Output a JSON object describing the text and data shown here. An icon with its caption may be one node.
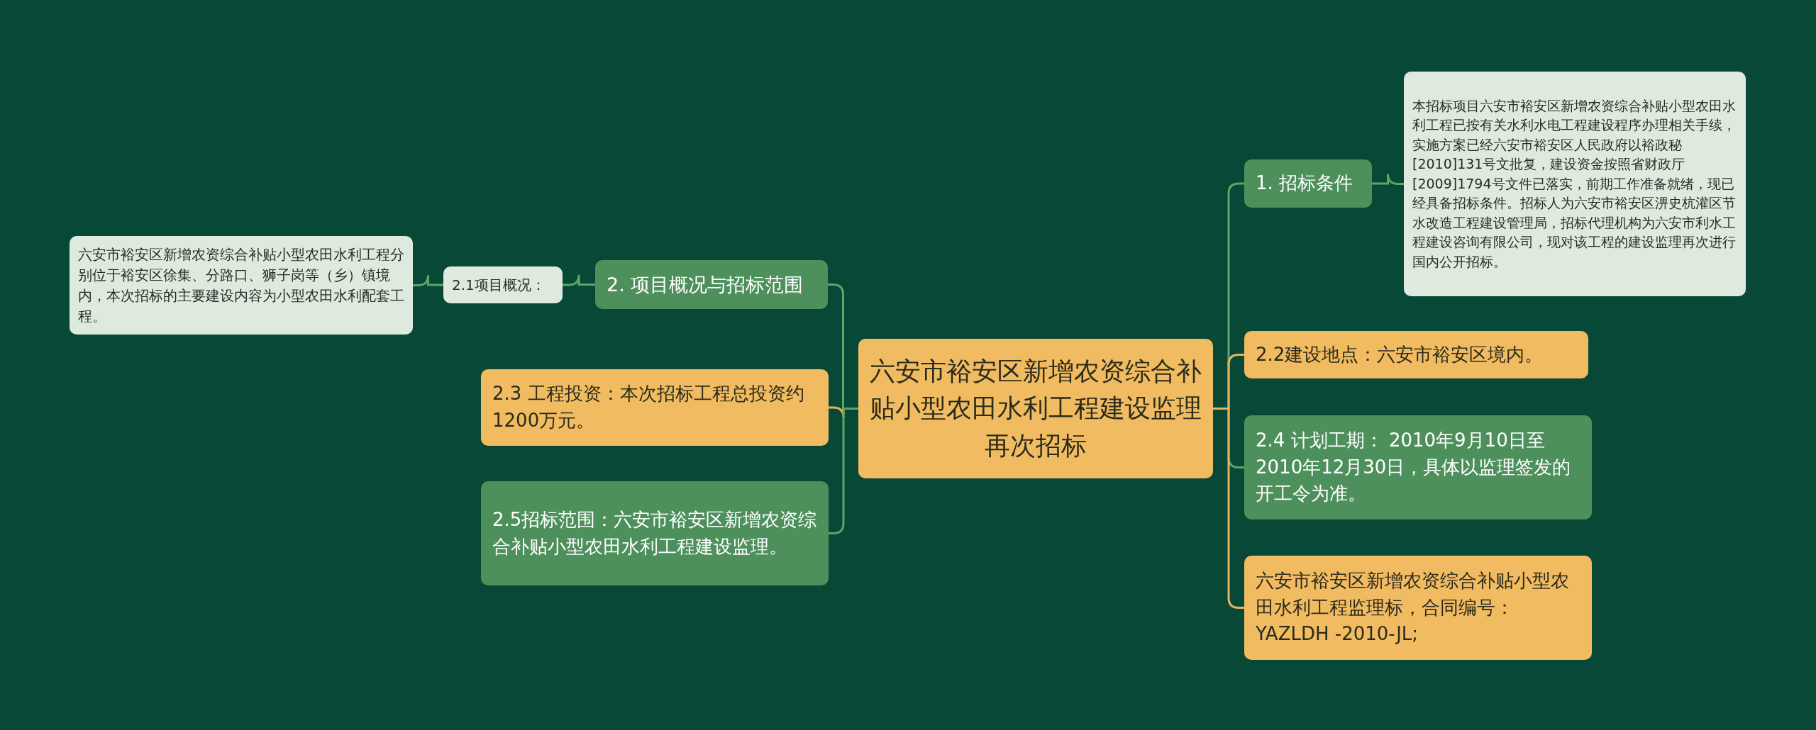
{
  "diagram": {
    "nodes": [
      {
        "text": [
          "六安市裕安区新增农资综合补贴小型农田水利工程建设监理再次招标"
        ]
      },
      {
        "text": [
          "1. 招标条件"
        ]
      },
      {
        "text": [
          "本招标项目六安市裕安区新增农资综合补贴小型农田水利工程已按有关水利水电工程建设程序办理相关手续，实施方案已经六安市裕安区人民政府以裕政秘[2010]131号文批复，建设资金按照省财政厅[2009]1794号文件已落实，前期工作准备就绪，现已经具备招标条件。招标人为六安市裕安区淠史杭灌区节水改造工程建设管理局，招标代理机构为六安市利水工程建设咨询有限公司，现对该工程的建设监理再次进行国内公开招标。"
        ]
      },
      {
        "text": [
          "2.2建设地点：六安市裕安区境内。"
        ]
      },
      {
        "text": [
          "2.4 计划工期： 2010年9月10日至2010年12月30日，具体以监理签发的开工令为准。"
        ]
      },
      {
        "text": [
          "六安市裕安区新增农资综合补贴小型农田水利工程监理标，合同编号：YAZLDH -2010-JL;"
        ]
      },
      {
        "text": [
          "2. 项目概况与招标范围"
        ]
      },
      {
        "text": [
          "2.1项目概况："
        ]
      },
      {
        "text": [
          "六安市裕安区新增农资综合补贴小型农田水利工程分别位于裕安区徐集、分路口、狮子岗等（乡）镇境内，本次招标的主要建设内容为小型农田水利配套工程。"
        ]
      },
      {
        "text": [
          "2.3 工程投资：本次招标工程总投资约1200万元。"
        ]
      },
      {
        "text": [
          "2.5招标范围：六安市裕安区新增农资综合补贴小型农田水利工程建设监理。"
        ]
      }
    ],
    "edges": [
      {
        "from": 0,
        "to": 1,
        "arrow": "none"
      },
      {
        "from": 0,
        "to": 3,
        "arrow": "none",
        "color": "#e6b65c"
      },
      {
        "from": 0,
        "to": 4,
        "arrow": "none"
      },
      {
        "from": 0,
        "to": 5,
        "arrow": "none",
        "color": "#e6b65c"
      },
      {
        "from": 1,
        "to": 2,
        "arrow": "none"
      },
      {
        "from": 0,
        "to": 6,
        "arrow": "none"
      },
      {
        "from": 0,
        "to": 9,
        "arrow": "none",
        "color": "#e6b65c"
      },
      {
        "from": 0,
        "to": 10,
        "arrow": "none"
      },
      {
        "from": 6,
        "to": 7,
        "arrow": "none"
      },
      {
        "from": 7,
        "to": 8,
        "arrow": "none"
      }
    ]
  }
}
